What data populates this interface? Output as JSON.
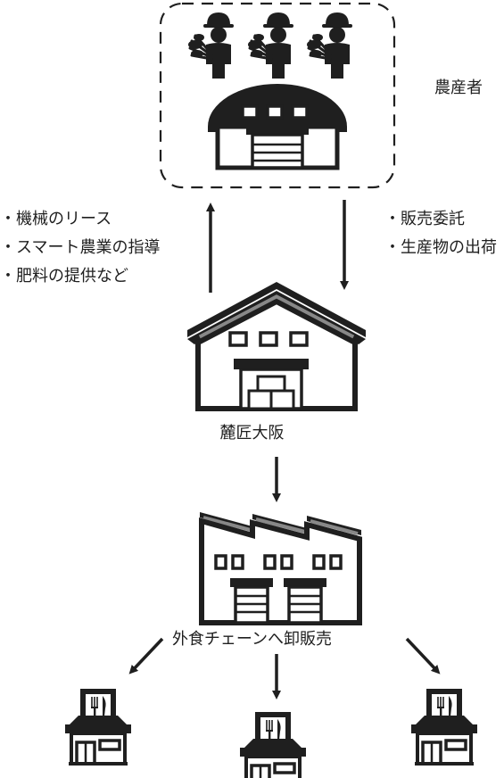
{
  "producer": {
    "label": "農産者",
    "icons": [
      "farmer-icon",
      "farmer-icon",
      "farmer-icon",
      "farm-barn-icon"
    ]
  },
  "services": {
    "items": [
      "・機械のリース",
      "・スマート農業の指導",
      "・肥料の提供など"
    ]
  },
  "flows": {
    "items": [
      "・販売委託",
      "・生産物の出荷"
    ]
  },
  "center": {
    "label": "麓匠大阪",
    "icon": "warehouse-icon"
  },
  "factory": {
    "label": "外食チェーンへ卸販売",
    "icon": "factory-icon"
  },
  "restaurants": {
    "icon": "restaurant-icon",
    "count": 3
  },
  "colors": {
    "ink": "#1f1f1f",
    "roof_stripe": "#888888",
    "background": "#ffffff"
  }
}
